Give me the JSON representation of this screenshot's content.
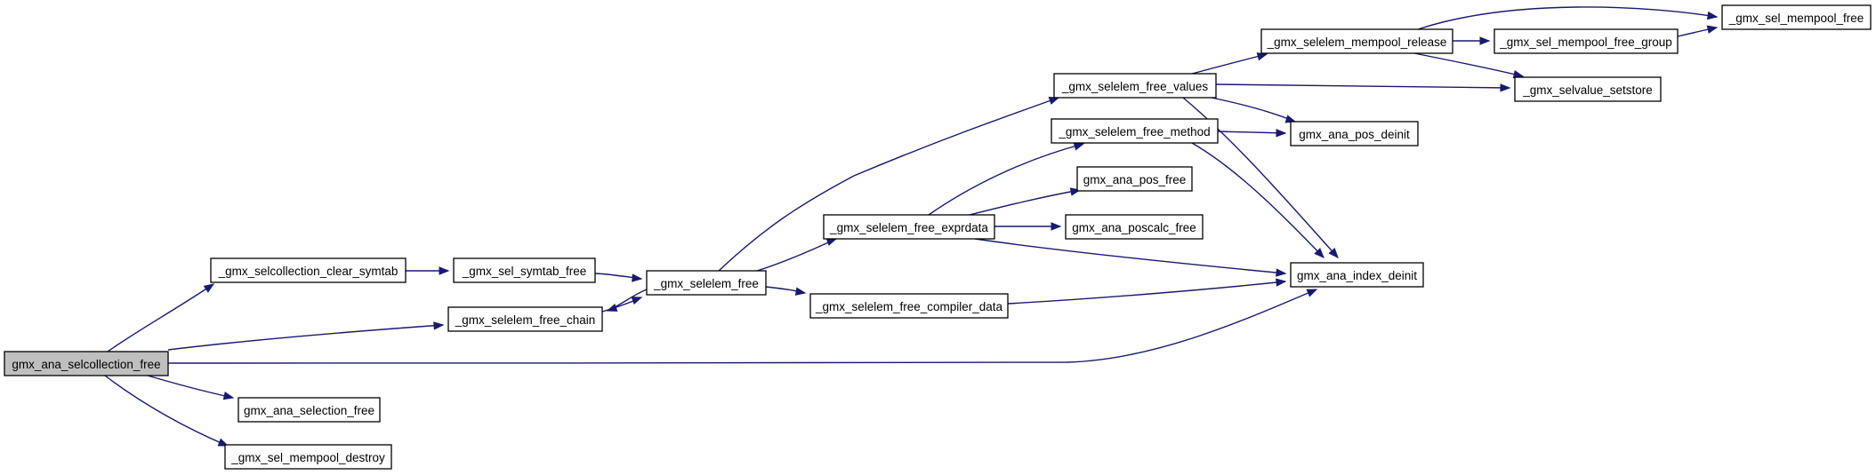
{
  "graph": {
    "colors": {
      "edge": "#191970",
      "root_fill": "#bfbfbf",
      "node_fill": "#ffffff",
      "node_border": "#000000"
    },
    "nodes": [
      {
        "id": "n0",
        "label": "gmx_ana_selcollection_free",
        "root": true
      },
      {
        "id": "n1",
        "label": "_gmx_selcollection_clear_symtab"
      },
      {
        "id": "n2",
        "label": "_gmx_sel_symtab_free"
      },
      {
        "id": "n3",
        "label": "_gmx_selelem_free"
      },
      {
        "id": "n4",
        "label": "_gmx_selelem_free_chain"
      },
      {
        "id": "n5",
        "label": "_gmx_selelem_free_values"
      },
      {
        "id": "n6",
        "label": "_gmx_selelem_mempool_release"
      },
      {
        "id": "n7",
        "label": "_gmx_sel_mempool_free"
      },
      {
        "id": "n8",
        "label": "_gmx_sel_mempool_free_group"
      },
      {
        "id": "n9",
        "label": "_gmx_selvalue_setstore"
      },
      {
        "id": "n10",
        "label": "gmx_ana_pos_deinit"
      },
      {
        "id": "n11",
        "label": "gmx_ana_index_deinit"
      },
      {
        "id": "n12",
        "label": "_gmx_selelem_free_method"
      },
      {
        "id": "n13",
        "label": "gmx_ana_pos_free"
      },
      {
        "id": "n14",
        "label": "_gmx_selelem_free_exprdata"
      },
      {
        "id": "n15",
        "label": "gmx_ana_poscalc_free"
      },
      {
        "id": "n16",
        "label": "_gmx_selelem_free_compiler_data"
      },
      {
        "id": "n17",
        "label": "gmx_ana_selection_free"
      },
      {
        "id": "n18",
        "label": "_gmx_sel_mempool_destroy"
      }
    ],
    "edges": [
      [
        "n0",
        "n1"
      ],
      [
        "n0",
        "n4"
      ],
      [
        "n0",
        "n11"
      ],
      [
        "n0",
        "n17"
      ],
      [
        "n0",
        "n18"
      ],
      [
        "n1",
        "n2"
      ],
      [
        "n2",
        "n3"
      ],
      [
        "n3",
        "n4"
      ],
      [
        "n4",
        "n3"
      ],
      [
        "n3",
        "n5"
      ],
      [
        "n3",
        "n14"
      ],
      [
        "n3",
        "n16"
      ],
      [
        "n5",
        "n6"
      ],
      [
        "n5",
        "n9"
      ],
      [
        "n5",
        "n10"
      ],
      [
        "n5",
        "n11"
      ],
      [
        "n6",
        "n7"
      ],
      [
        "n6",
        "n8"
      ],
      [
        "n6",
        "n9"
      ],
      [
        "n8",
        "n7"
      ],
      [
        "n12",
        "n10"
      ],
      [
        "n12",
        "n11"
      ],
      [
        "n14",
        "n12"
      ],
      [
        "n14",
        "n13"
      ],
      [
        "n14",
        "n15"
      ],
      [
        "n14",
        "n11"
      ],
      [
        "n16",
        "n11"
      ]
    ]
  }
}
